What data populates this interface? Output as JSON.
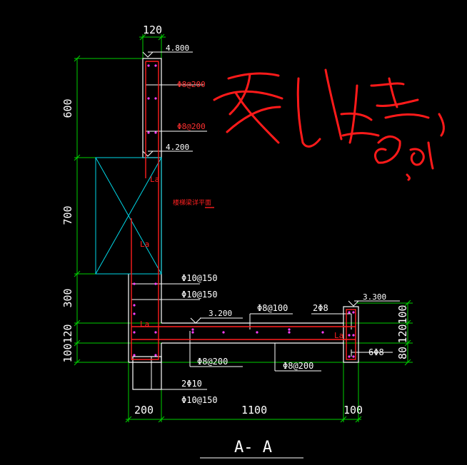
{
  "drawing": {
    "section_title": "A- A",
    "elevations": {
      "top": "4.800",
      "wall_break": "4.200",
      "slab_top": "3.200",
      "right_top": "3.300"
    },
    "dimensions": {
      "top_width": "120",
      "v_600": "600",
      "v_700": "700",
      "v_300": "300",
      "v_120_left": "120",
      "v_100_left": "100",
      "v_100_right": "100",
      "v_120_right": "120",
      "v_80_right": "80",
      "bottom_200": "200",
      "bottom_1100": "1100",
      "bottom_100": "100"
    },
    "rebar_labels": {
      "wall_upper_1": "Φ8@200",
      "wall_upper_2": "Φ8@200",
      "embed_note": "楼梯梁详平面",
      "la_1": "La",
      "la_2": "La",
      "la_3": "La",
      "la_4": "La",
      "col_1": "Φ10@150",
      "col_2": "Φ10@150",
      "slab_top": "Φ8@100",
      "slab_right_top": "2Φ8",
      "slab_bottom_left": "Φ8@200",
      "slab_bottom_right": "Φ8@200",
      "right_bottom": "6Φ8",
      "base_1": "2Φ10",
      "base_2": "Φ10@150"
    },
    "annotation_handwritten": "女儿墙做法"
  }
}
